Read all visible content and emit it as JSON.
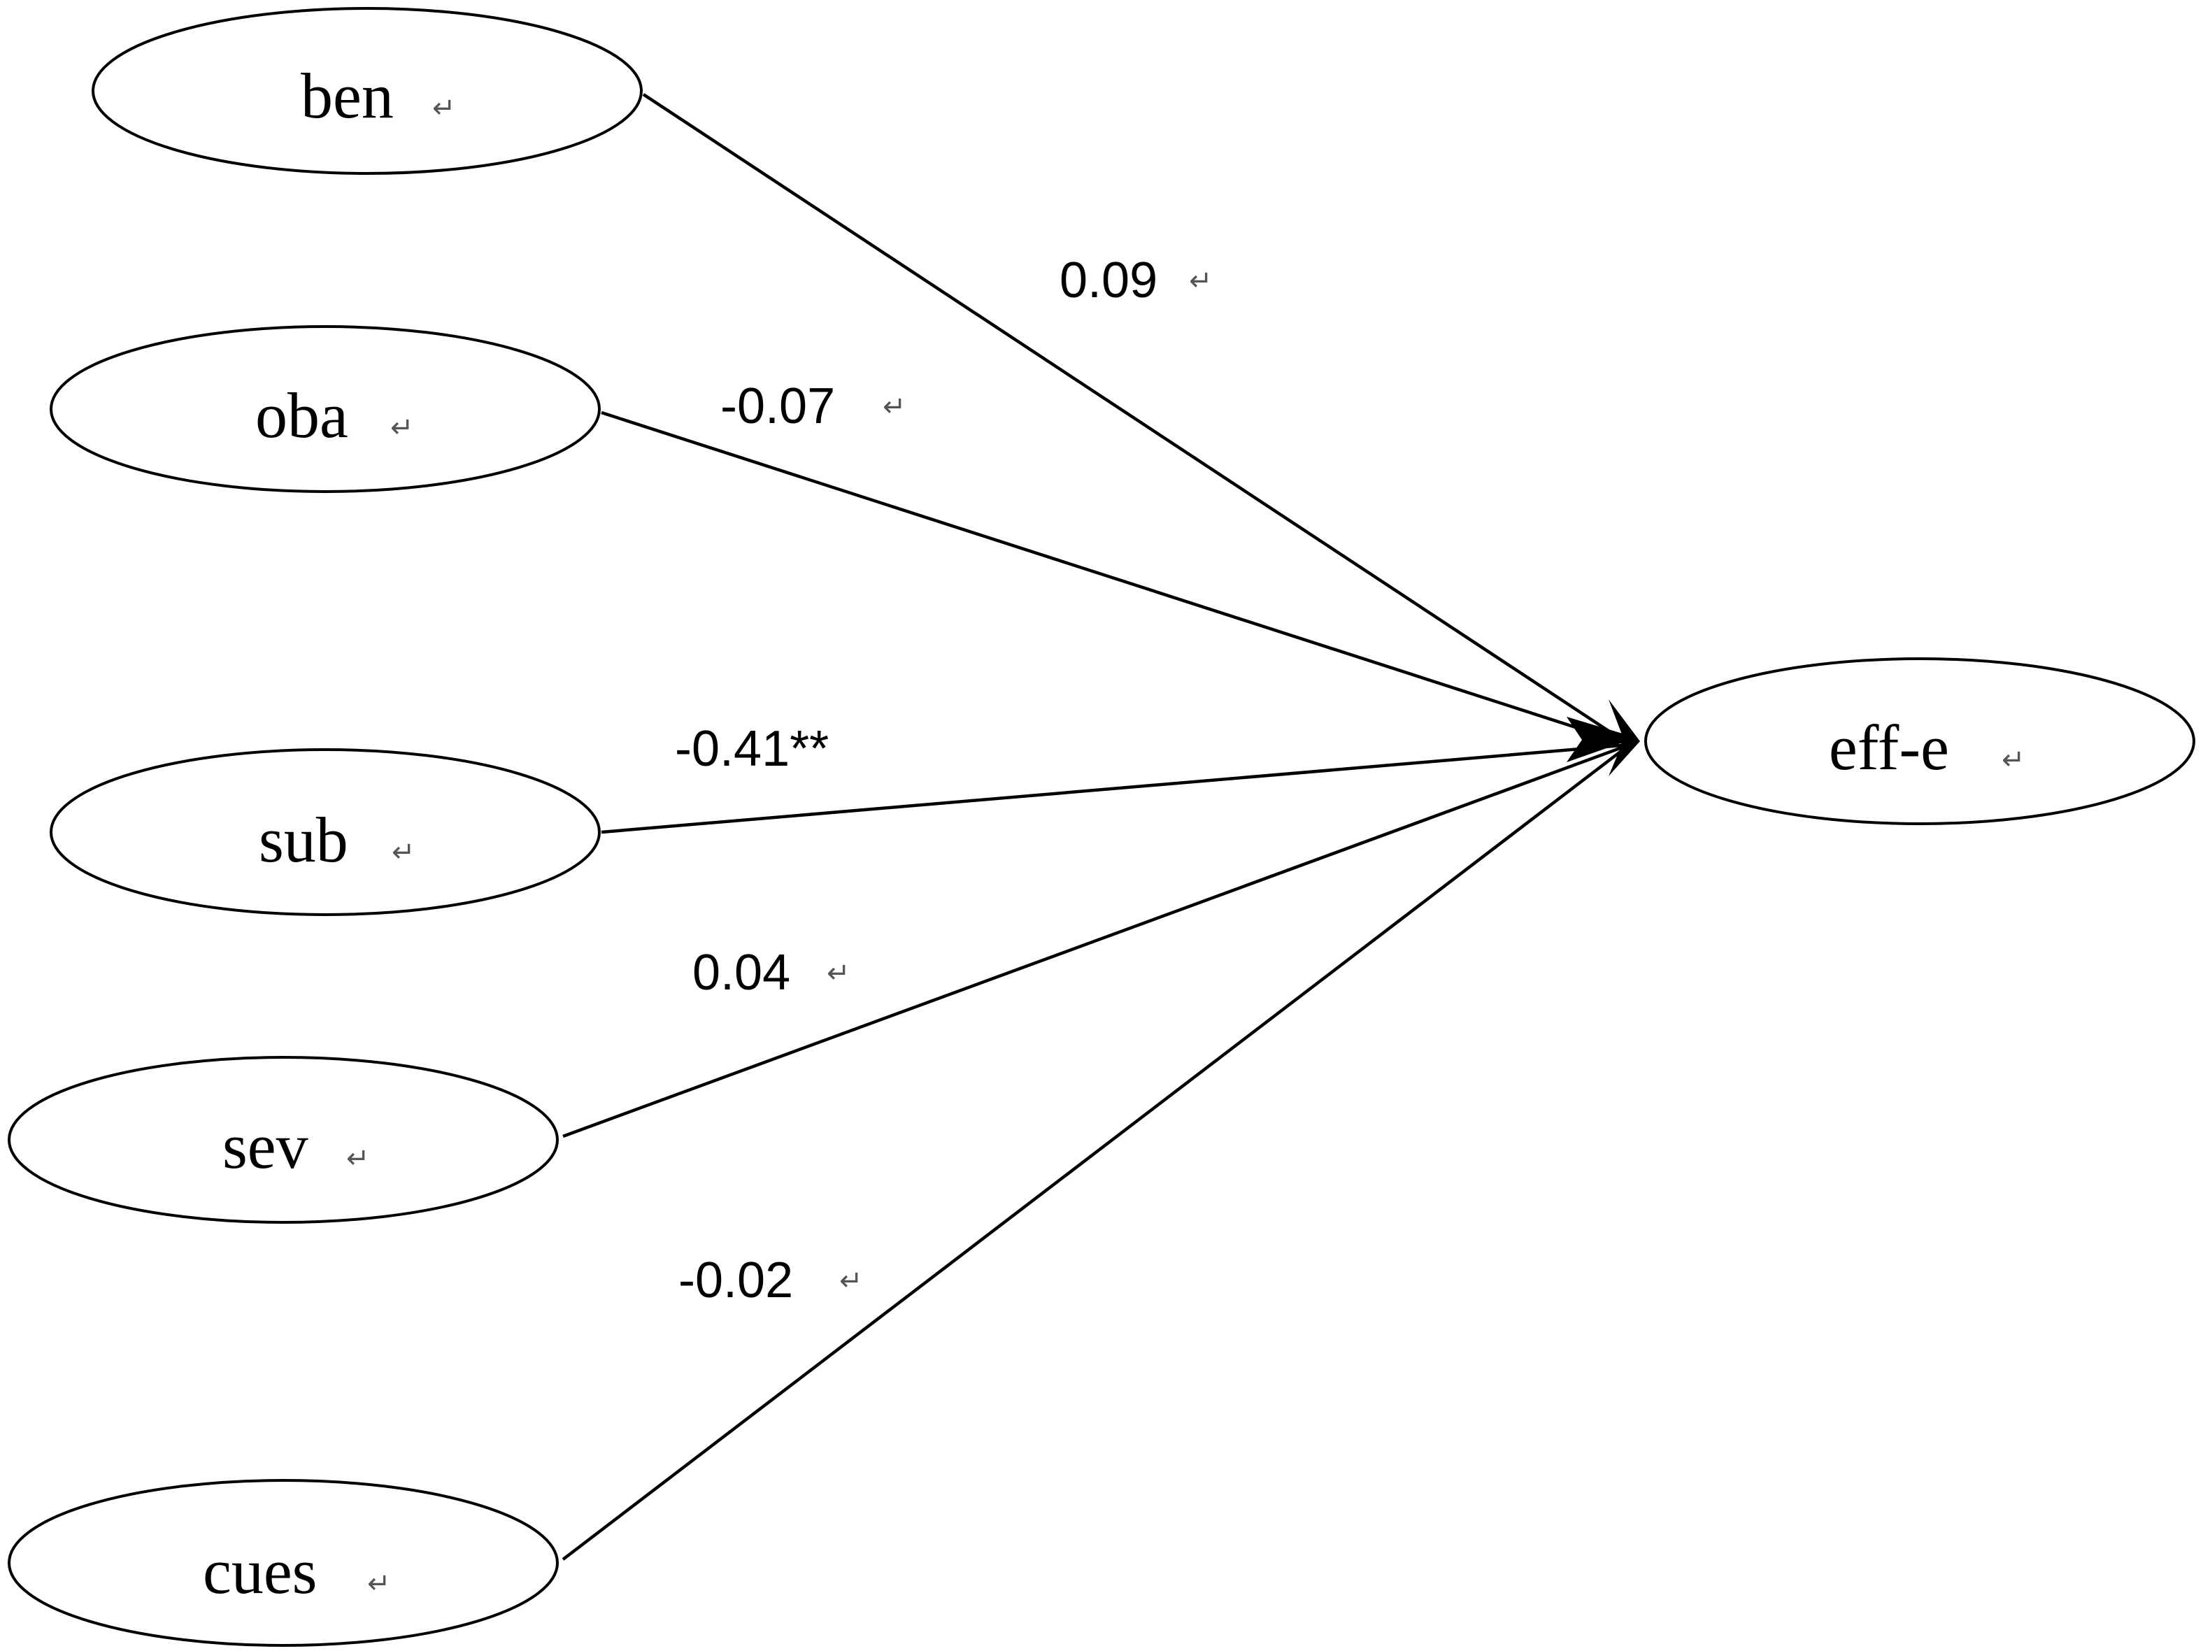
{
  "diagram": {
    "nodes": [
      {
        "id": "ben",
        "label": "ben"
      },
      {
        "id": "oba",
        "label": "oba"
      },
      {
        "id": "sub",
        "label": "sub"
      },
      {
        "id": "sev",
        "label": "sev"
      },
      {
        "id": "cues",
        "label": "cues"
      },
      {
        "id": "eff-e",
        "label": "eff-e"
      }
    ],
    "edges": [
      {
        "from": "ben",
        "to": "eff-e",
        "label": "0.09"
      },
      {
        "from": "oba",
        "to": "eff-e",
        "label": "-0.07"
      },
      {
        "from": "sub",
        "to": "eff-e",
        "label": "-0.41**"
      },
      {
        "from": "sev",
        "to": "eff-e",
        "label": "0.04"
      },
      {
        "from": "cues",
        "to": "eff-e",
        "label": "-0.02"
      }
    ],
    "paragraph_mark": "↵",
    "colors": {
      "stroke": "#000000",
      "background": "#ffffff",
      "paragraph_mark": "#555555"
    }
  }
}
